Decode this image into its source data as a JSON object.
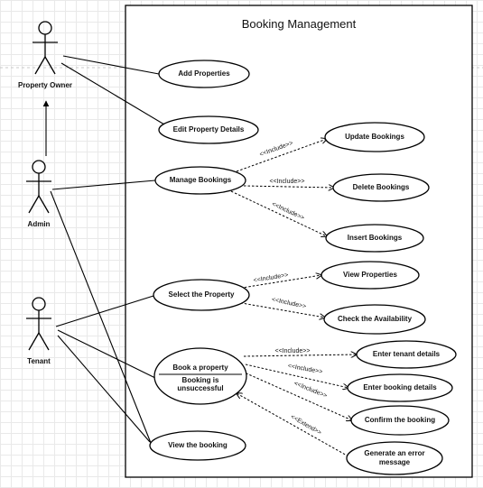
{
  "diagram": {
    "title": "Booking Management",
    "actors": [
      {
        "id": "owner",
        "label": "Property Owner"
      },
      {
        "id": "admin",
        "label": "Admin"
      },
      {
        "id": "tenant",
        "label": "Tenant"
      }
    ],
    "use_cases": [
      {
        "id": "add_properties",
        "lines": [
          "Add Properties"
        ]
      },
      {
        "id": "edit_property_details",
        "lines": [
          "Edit Property Details"
        ]
      },
      {
        "id": "manage_bookings",
        "lines": [
          "Manage Bookings"
        ]
      },
      {
        "id": "update_bookings",
        "lines": [
          "Update Bookings"
        ]
      },
      {
        "id": "delete_bookings",
        "lines": [
          "Delete Bookings"
        ]
      },
      {
        "id": "insert_bookings",
        "lines": [
          "Insert Bookings"
        ]
      },
      {
        "id": "select_property",
        "lines": [
          "Select the Property"
        ]
      },
      {
        "id": "view_properties",
        "lines": [
          "View Properties"
        ]
      },
      {
        "id": "check_availability",
        "lines": [
          "Check the Availability"
        ]
      },
      {
        "id": "book_property",
        "lines": [
          "Book a property"
        ]
      },
      {
        "id": "enter_tenant_details",
        "lines": [
          "Enter tenant details"
        ]
      },
      {
        "id": "enter_booking_details",
        "lines": [
          "Enter booking details"
        ]
      },
      {
        "id": "confirm_booking",
        "lines": [
          "Confirm the booking"
        ]
      },
      {
        "id": "generate_error",
        "lines": [
          "Generate an error",
          "message"
        ]
      },
      {
        "id": "view_booking",
        "lines": [
          "View the booking"
        ]
      }
    ],
    "extension_point": [
      "Booking is",
      "unsuccessful"
    ],
    "associations": [
      {
        "actor": "owner",
        "use_case": "add_properties"
      },
      {
        "actor": "owner",
        "use_case": "edit_property_details"
      },
      {
        "actor": "admin",
        "use_case": "manage_bookings"
      },
      {
        "actor": "admin",
        "use_case": "view_booking"
      },
      {
        "actor": "tenant",
        "use_case": "select_property"
      },
      {
        "actor": "tenant",
        "use_case": "book_property"
      },
      {
        "actor": "tenant",
        "use_case": "view_booking"
      }
    ],
    "generalizations": [
      {
        "from": "admin",
        "to": "owner"
      }
    ],
    "dependencies": [
      {
        "from": "manage_bookings",
        "to": "update_bookings",
        "label": "<<Include>>"
      },
      {
        "from": "manage_bookings",
        "to": "delete_bookings",
        "label": "<<Include>>"
      },
      {
        "from": "manage_bookings",
        "to": "insert_bookings",
        "label": "<<Include>>"
      },
      {
        "from": "select_property",
        "to": "view_properties",
        "label": "<<Include>>"
      },
      {
        "from": "select_property",
        "to": "check_availability",
        "label": "<<Include>>"
      },
      {
        "from": "book_property",
        "to": "enter_tenant_details",
        "label": "<<Include>>"
      },
      {
        "from": "book_property",
        "to": "enter_booking_details",
        "label": "<<Include>>"
      },
      {
        "from": "book_property",
        "to": "confirm_booking",
        "label": "<<Include>>"
      },
      {
        "from": "generate_error",
        "to": "book_property",
        "label": "<<Extend>>"
      }
    ]
  }
}
